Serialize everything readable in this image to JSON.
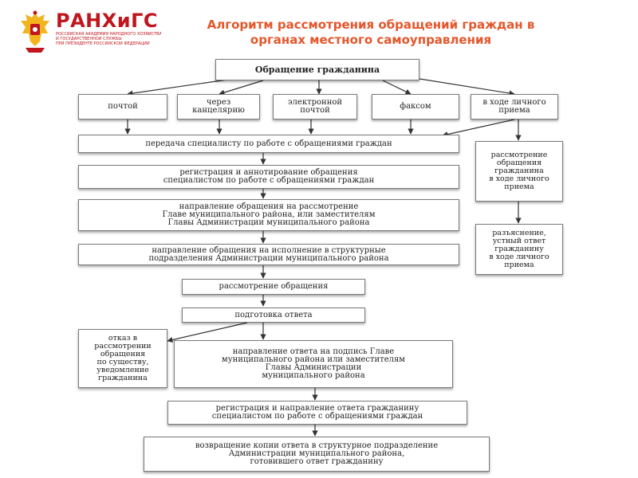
{
  "header": {
    "logo_name": "РАНХиГС",
    "logo_sub": [
      "РОССИЙСКАЯ АКАДЕМИЯ НАРОДНОГО ХОЗЯЙСТВА",
      "И ГОСУДАРСТВЕННОЙ СЛУЖБЫ",
      "ПРИ ПРЕЗИДЕНТЕ РОССИЙСКОЙ ФЕДЕРАЦИИ"
    ],
    "title_lines": [
      "Алгоритм рассмотрения обращений граждан в",
      "органах местного самоуправления"
    ]
  },
  "colors": {
    "title": "#e4562b",
    "logo": "#c0161e",
    "border": "#7a7a7a",
    "arrow": "#333333"
  },
  "flow": {
    "root": [
      "Обращение гражданина"
    ],
    "channels": [
      [
        "почтой"
      ],
      [
        "через",
        "канцелярию"
      ],
      [
        "электронной",
        "почтой"
      ],
      [
        "факсом"
      ],
      [
        "в ходе личного",
        "приема"
      ]
    ],
    "transfer": [
      "передача специалисту по работе с обращениями граждан"
    ],
    "registration": [
      "регистрация и аннотирование обращения",
      "специалистом по работе с обращениями граждан"
    ],
    "to_head": [
      "направление  обращения на рассмотрение",
      "Главе муниципального района, или заместителям",
      "Главы Администрации муниципального района"
    ],
    "to_divisions": [
      "направление  обращения на исполнение в структурные",
      "подразделения Администрации муниципального района"
    ],
    "review": [
      "рассмотрение обращения"
    ],
    "prepare": [
      "подготовка ответа"
    ],
    "refusal": [
      "отказ в",
      "рассмотрении",
      "обращения",
      "по существу,",
      "уведомление",
      "гражданина"
    ],
    "answer_sign": [
      "направление ответа на подпись Главе",
      "муниципального района  или заместителям",
      "Главы Администрации",
      "муниципального района"
    ],
    "register_answer": [
      "регистрация и направление ответа гражданину",
      "специалистом по работе с обращениями граждан"
    ],
    "return_copy": [
      "возвращение копии ответа в структурное подразделение",
      "Администрации муниципального района,",
      "готовившего ответ гражданину"
    ],
    "personal_review": [
      "рассмотрение",
      "обращения",
      "гражданина",
      "в ходе личного",
      "приема"
    ],
    "personal_answer": [
      "разъяснение,",
      "устный ответ",
      "гражданину",
      "в ходе личного",
      "приема"
    ]
  }
}
